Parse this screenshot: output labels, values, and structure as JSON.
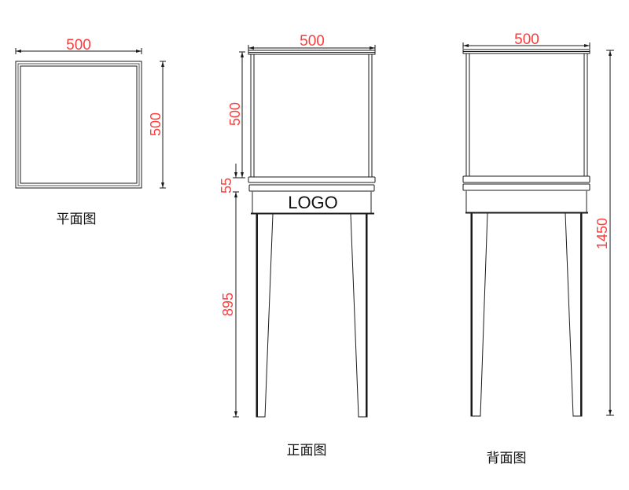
{
  "views": {
    "plan": {
      "label": "平面图",
      "width_dim": "500",
      "depth_dim": "500"
    },
    "front": {
      "label": "正面图",
      "width_dim": "500",
      "cabinet_height_dim": "500",
      "rail_height_dim": "55",
      "leg_height_dim": "895",
      "logo_text": "LOGO"
    },
    "back": {
      "label": "背面图",
      "width_dim": "500",
      "total_height_dim": "1450"
    }
  },
  "colors": {
    "dimension_text": "#ff3c3c",
    "line": "#1a1a1a",
    "background": "#ffffff"
  }
}
